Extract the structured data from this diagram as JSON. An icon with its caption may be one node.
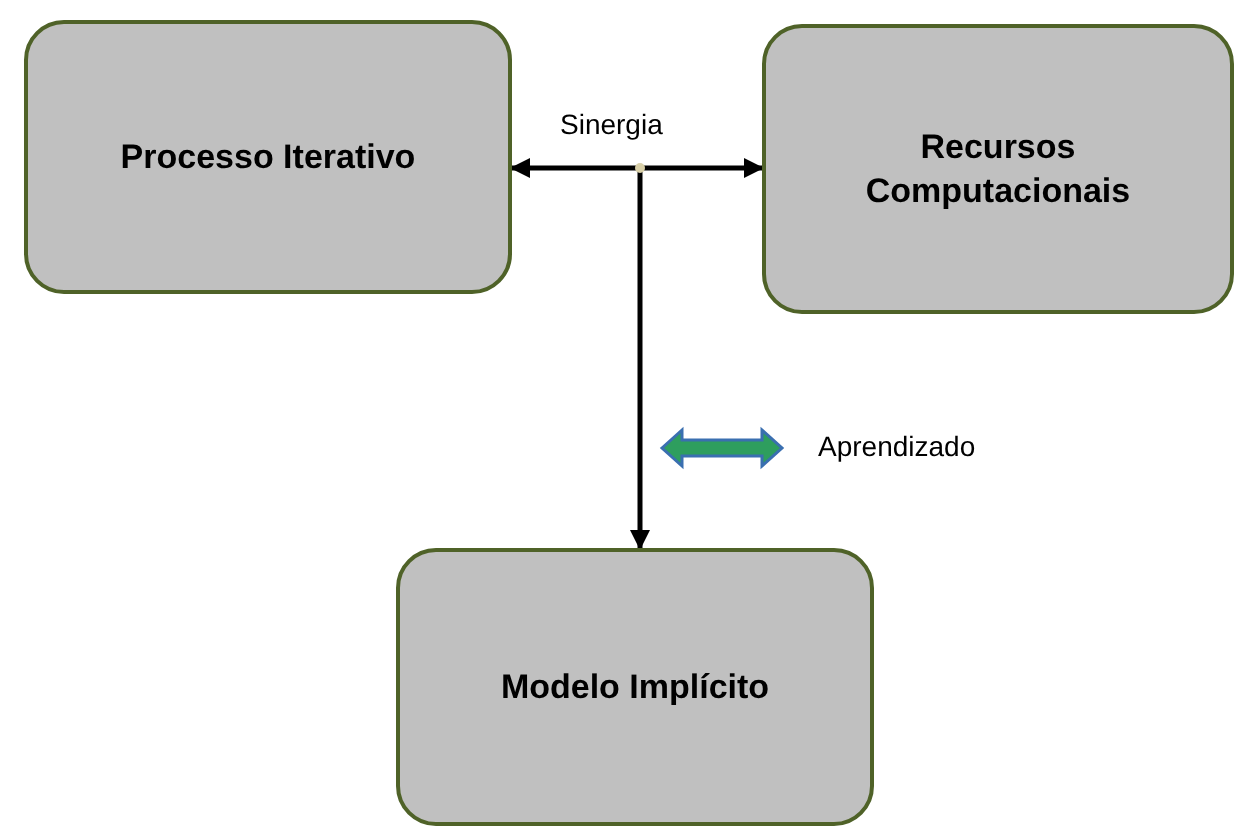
{
  "diagram": {
    "nodes": [
      {
        "text": [
          "Processo Iterativo"
        ]
      },
      {
        "text": [
          "Recursos Computacionais"
        ]
      },
      {
        "text": [
          "Modelo Implícito"
        ]
      }
    ],
    "edges": [
      {
        "from": 0,
        "to": 1,
        "arrow": "both",
        "label": "Sinergia"
      },
      {
        "from": null,
        "to": 2,
        "arrow": "to"
      }
    ],
    "legend": [
      {
        "text": "Aprendizado"
      }
    ]
  }
}
